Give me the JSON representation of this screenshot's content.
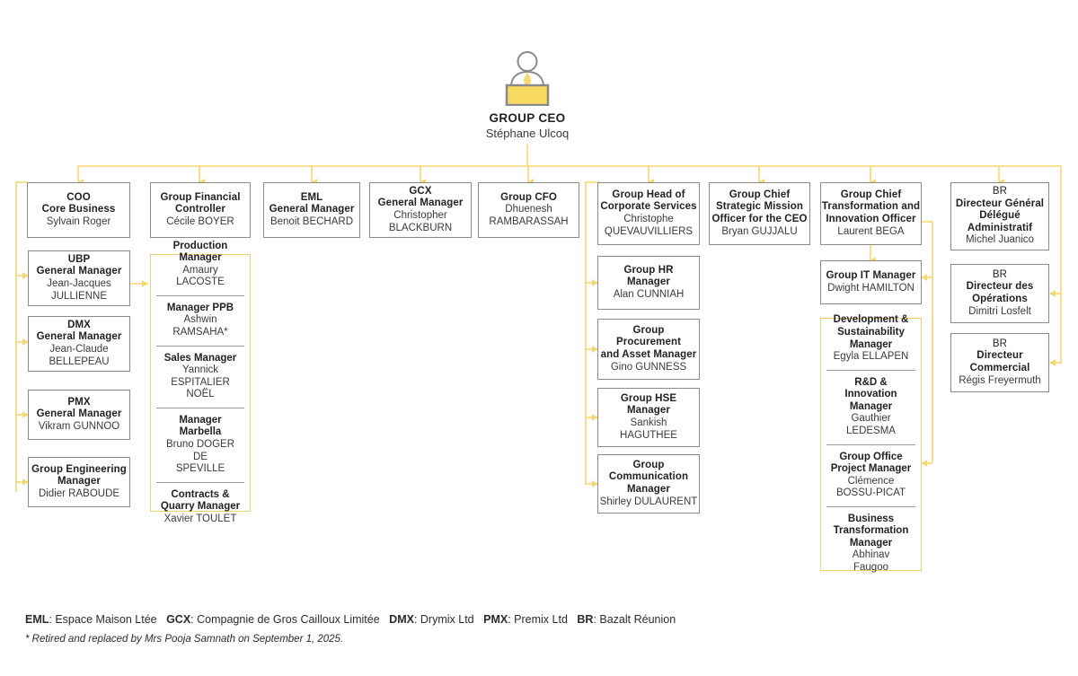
{
  "meta": {
    "accent": "#f5d76e",
    "accent_line": "#f0d070",
    "box_border": "#8a8a8a",
    "text": "#2b2b2b"
  },
  "ceo": {
    "icon": "person-podium-icon",
    "title": "GROUP CEO",
    "name": "Stéphane Ulcoq"
  },
  "level1": [
    {
      "title": "COO\nCore Business",
      "name": "Sylvain Roger"
    },
    {
      "title": "Group Financial\nController",
      "name": "Cécile BOYER"
    },
    {
      "title": "EML\nGeneral Manager",
      "name": "Benoit BECHARD"
    },
    {
      "title": "GCX\nGeneral Manager",
      "name": "Christopher\nBLACKBURN"
    },
    {
      "title": "Group CFO",
      "name": "Dhuenesh\nRAMBARASSAH"
    },
    {
      "title": "Group Head of\nCorporate Services",
      "name": "Christophe\nQUEVAUVILLIERS"
    },
    {
      "title": "Group Chief\nStrategic Mission\nOfficer for the CEO",
      "name": "Bryan GUJJALU"
    },
    {
      "title": "Group Chief\nTransformation and\nInnovation Officer",
      "name": "Laurent BEGA"
    },
    {
      "title": "BR\nDirecteur Général\nDélégué\nAdministratif",
      "name": "Michel Juanico",
      "first_line_thin": true
    }
  ],
  "coo_children": [
    {
      "title": "UBP\nGeneral Manager",
      "name": "Jean-Jacques\nJULLIENNE"
    },
    {
      "title": "DMX\nGeneral Manager",
      "name": "Jean-Claude\nBELLEPEAU"
    },
    {
      "title": "PMX\nGeneral Manager",
      "name": "Vikram GUNNOO"
    },
    {
      "title": "Group Engineering\nManager",
      "name": "Didier RABOUDE"
    }
  ],
  "ubp_group": [
    {
      "title": "Production\nManager",
      "name": "Amaury LACOSTE"
    },
    {
      "title": "Manager PPB",
      "name": "Ashwin RAMSAHA*"
    },
    {
      "title": "Sales Manager",
      "name": "Yannick\nESPITALIER NOËL"
    },
    {
      "title": "Manager Marbella",
      "name": "Bruno DOGER DE\nSPEVILLE"
    },
    {
      "title": "Contracts &\nQuarry Manager",
      "name": "Xavier TOULET"
    }
  ],
  "corporate_services_children": [
    {
      "title": "Group HR\nManager",
      "name": "Alan CUNNIAH"
    },
    {
      "title": "Group\nProcurement\nand Asset Manager",
      "name": "Gino GUNNESS"
    },
    {
      "title": "Group HSE\nManager",
      "name": "Sankish\nHAGUTHEE"
    },
    {
      "title": "Group\nCommunication\nManager",
      "name": "Shirley DULAURENT"
    }
  ],
  "transformation_children": [
    {
      "title": "Group IT Manager",
      "name": "Dwight HAMILTON"
    }
  ],
  "transformation_group": [
    {
      "title": "Development &\nSustainability\nManager",
      "name": "Egyla ELLAPEN"
    },
    {
      "title": "R&D & Innovation\nManager",
      "name": "Gauthier LEDESMA"
    },
    {
      "title": "Group Office\nProject Manager",
      "name": "Clémence\nBOSSU-PICAT"
    },
    {
      "title": "Business\nTransformation\nManager",
      "name": "Abhinav\nFaugoo"
    }
  ],
  "br_children": [
    {
      "title": "BR\nDirecteur des\nOpérations",
      "name": "Dimitri Losfelt",
      "first_line_thin": true
    },
    {
      "title": "BR\nDirecteur\nCommercial",
      "name": "Régis Freyermuth",
      "first_line_thin": true
    }
  ],
  "legend": {
    "abbreviations": [
      {
        "code": "EML",
        "meaning": "Espace Maison Ltée"
      },
      {
        "code": "GCX",
        "meaning": "Compagnie de Gros Cailloux Limitée"
      },
      {
        "code": "DMX",
        "meaning": "Drymix Ltd"
      },
      {
        "code": "PMX",
        "meaning": "Premix Ltd"
      },
      {
        "code": "BR",
        "meaning": "Bazalt Réunion"
      }
    ],
    "footnote": "* Retired and replaced by Mrs Pooja Samnath on September 1, 2025."
  }
}
